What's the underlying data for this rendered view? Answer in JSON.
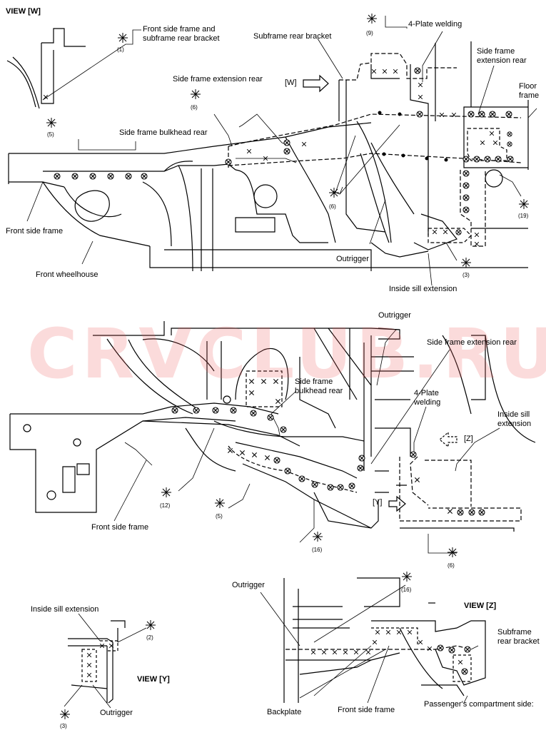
{
  "watermark": "CRVCLUB.RU",
  "views": {
    "w": "VIEW [W]",
    "y": "VIEW [Y]",
    "z": "VIEW [Z]"
  },
  "arrows": {
    "w": "[W]",
    "y": "[Y]",
    "z": "[Z]"
  },
  "labels": {
    "front_side_frame_subframe_bracket": "Front side frame and subframe rear bracket",
    "subframe_rear_bracket": "Subframe rear bracket",
    "four_plate_welding": "4-Plate welding",
    "side_frame_extension_rear": "Side frame extension rear",
    "floor_frame": "Floor frame",
    "side_frame_bulkhead_rear": "Side frame bulkhead rear",
    "front_side_frame": "Front side frame",
    "front_wheelhouse": "Front wheelhouse",
    "outrigger": "Outrigger",
    "inside_sill_extension": "Inside sill extension",
    "side_frame_bulkhead_rear_2": "Side frame bulkhead rear",
    "side_frame_extension_rear_2": "Side frame extension rear",
    "four_plate_welding_2": "4-Plate welding",
    "inside_sill_extension_2": "Inside sill extension",
    "outrigger_2": "Outrigger",
    "front_side_frame_2": "Front side frame",
    "inside_sill_extension_3": "Inside sill extension",
    "outrigger_3": "Outrigger",
    "outrigger_4": "Outrigger",
    "subframe_rear_bracket_2": "Subframe rear bracket",
    "backplate": "Backplate",
    "front_side_frame_3": "Front side frame",
    "passengers_side": "Passenger's compartment side:"
  },
  "refs": {
    "r1": "(1)",
    "r5": "(5)",
    "r6": "(6)",
    "r9": "(9)",
    "r6b": "(6)",
    "r3": "(3)",
    "r19": "(19)",
    "r12": "(12)",
    "r5b": "(5)",
    "r16": "(16)",
    "r6c": "(6)",
    "r2": "(2)",
    "r3b": "(3)",
    "r16b": "(16)"
  }
}
